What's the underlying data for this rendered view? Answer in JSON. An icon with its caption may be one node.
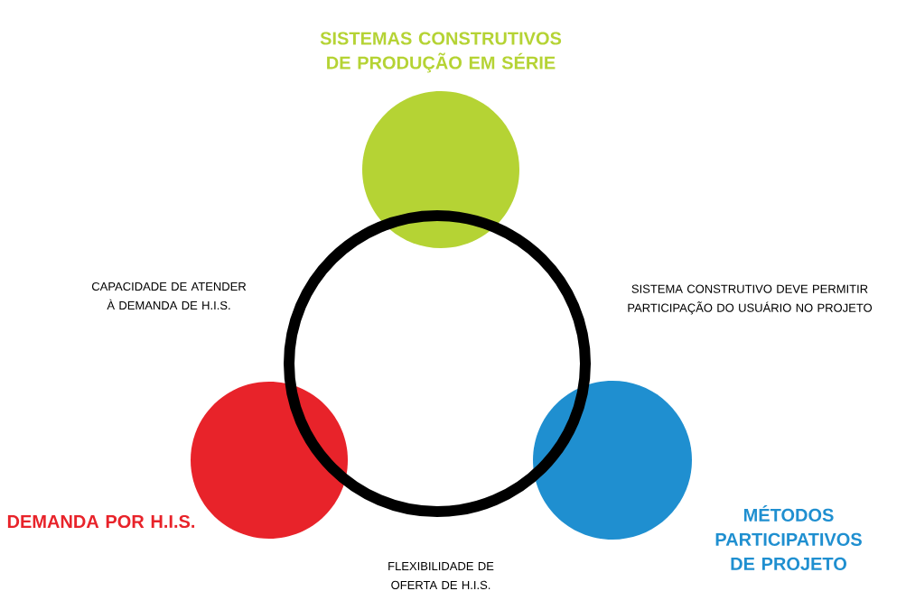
{
  "diagram": {
    "nodes": [
      {
        "text": [
          "SISTEMAS CONSTRUTIVOS DE PRODUÇÃO EM SÉRIE"
        ]
      },
      {
        "text": [],
        "shape": "circle"
      },
      {
        "text": [
          "DEMANDA POR H.I.S."
        ]
      },
      {
        "text": [
          "MÉTODOS PARTICIPATIVOS DE PROJETO"
        ]
      }
    ],
    "labels": [
      "CAPACIDADE DE ATENDER À DEMANDA DE H.I.S.",
      "SISTEMA CONSTRUTIVO DEVE PERMITIR PARTICIPAÇÃO DO USUÁRIO NO PROJETO",
      "FLEXIBILIDADE DE OFERTA DE H.I.S."
    ]
  }
}
